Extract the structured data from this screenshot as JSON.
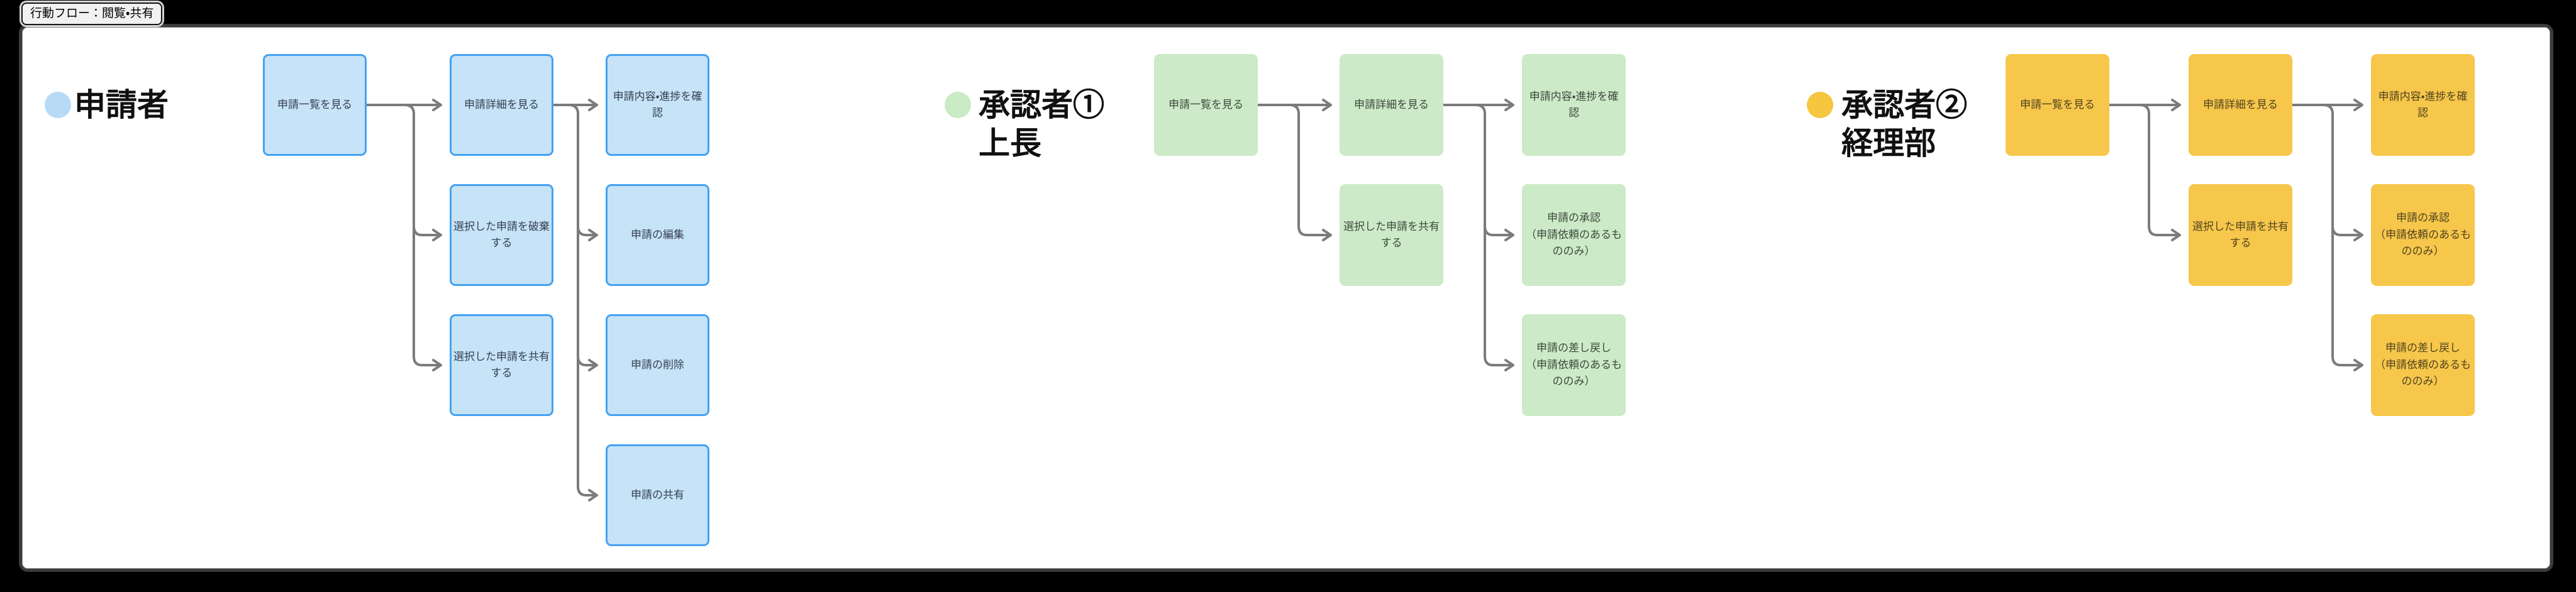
{
  "frame": {
    "tab_label": "行動フロー：閲覧・共有"
  },
  "colors": {
    "page_bg": "#000000",
    "canvas_bg": "#ffffff",
    "arrow": "#7b7b7b",
    "blue_fill": "#c6e3f8",
    "blue_border": "#44a2f1",
    "green_fill": "#cceac7",
    "orange_fill": "#f6c74b",
    "blue_dot": "#b7daf6",
    "green_dot": "#c8eac4",
    "orange_dot": "#f6c640"
  },
  "sections": [
    {
      "name": "applicant",
      "label": "申請者",
      "sublabel": "",
      "dot_color": "#b7daf6",
      "boxes": [
        "申請一覧を見る",
        "申請詳細を見る",
        "選択した申請を破棄する",
        "選択した申請を共有する",
        "申請内容・進捗を確認",
        "申請の編集",
        "申請の削除",
        "申請の共有"
      ]
    },
    {
      "name": "approver1",
      "label": "承認者①",
      "sublabel": "上長",
      "dot_color": "#c8eac4",
      "boxes": [
        "申請一覧を見る",
        "申請詳細を見る",
        "選択した申請を共有する",
        "申請内容・進捗を確認",
        "申請の承認\n（申請依頼のあるもののみ）",
        "申請の差し戻し\n（申請依頼のあるもののみ）"
      ]
    },
    {
      "name": "approver2",
      "label": "承認者②",
      "sublabel": "経理部",
      "dot_color": "#f6c640",
      "boxes": [
        "申請一覧を見る",
        "申請詳細を見る",
        "選択した申請を共有する",
        "申請内容・進捗を確認",
        "申請の承認\n（申請依頼のあるもののみ）",
        "申請の差し戻し\n（申請依頼のあるもののみ）"
      ]
    }
  ]
}
